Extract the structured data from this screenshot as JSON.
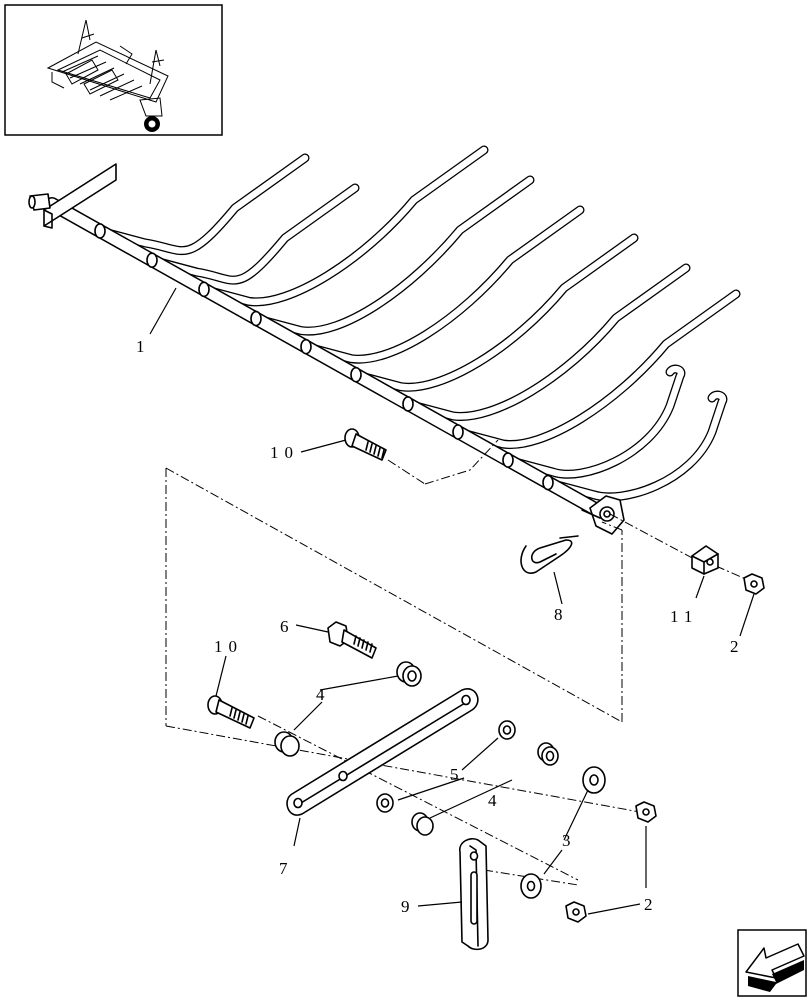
{
  "callouts": [
    {
      "id": "c1",
      "text": "1"
    },
    {
      "id": "c2a",
      "text": "2"
    },
    {
      "id": "c2b",
      "text": "2"
    },
    {
      "id": "c3",
      "text": "3"
    },
    {
      "id": "c4a",
      "text": "4"
    },
    {
      "id": "c4b",
      "text": "4"
    },
    {
      "id": "c5",
      "text": "5"
    },
    {
      "id": "c6",
      "text": "6"
    },
    {
      "id": "c7",
      "text": "7"
    },
    {
      "id": "c8",
      "text": "8"
    },
    {
      "id": "c9",
      "text": "9"
    },
    {
      "id": "c10a",
      "text": "10"
    },
    {
      "id": "c10b",
      "text": "10"
    },
    {
      "id": "c11",
      "text": "11"
    }
  ],
  "nav": {
    "icon": "back-arrow-icon"
  }
}
